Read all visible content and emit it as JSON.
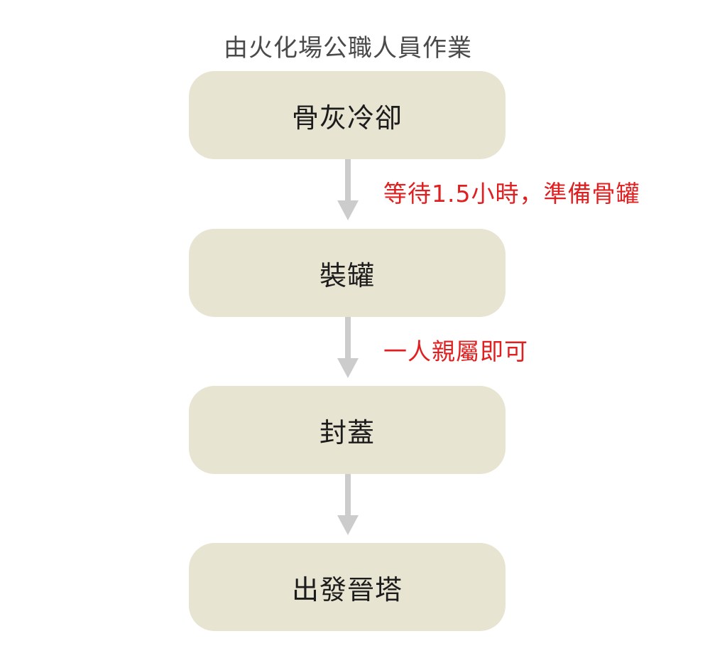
{
  "header": "由火化場公職人員作業",
  "steps": [
    {
      "label": "骨灰冷卻"
    },
    {
      "label": "裝罐"
    },
    {
      "label": "封蓋"
    },
    {
      "label": "出發晉塔"
    }
  ],
  "notes": [
    {
      "text": "等待1.5小時，準備骨罐"
    },
    {
      "text": "一人親屬即可"
    }
  ],
  "colors": {
    "box_fill": "#e8e4d2",
    "arrow": "#cccccc",
    "note": "#e02020",
    "header_text": "#4a4a4a"
  }
}
